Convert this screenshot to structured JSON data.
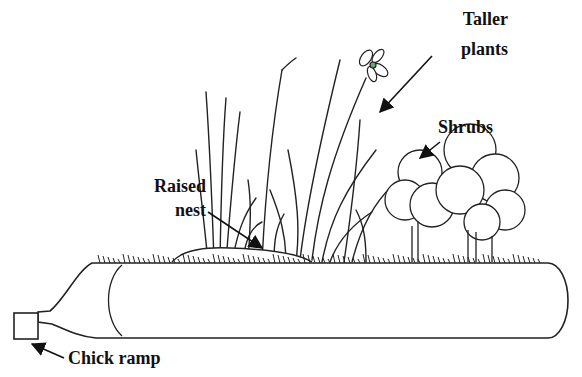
{
  "diagram": {
    "labels": [
      "Taller plants",
      "Shrubs",
      "Raised nest",
      "Chick ramp"
    ]
  }
}
